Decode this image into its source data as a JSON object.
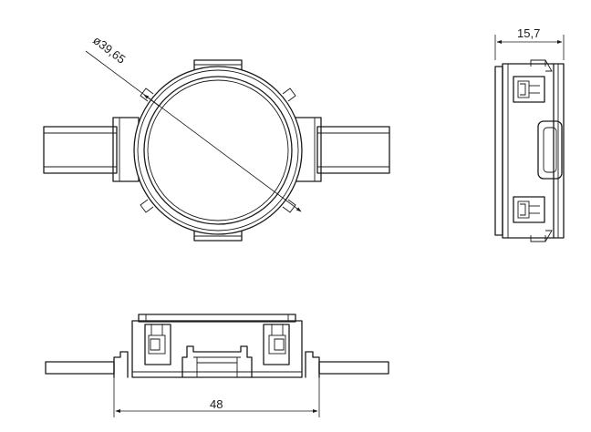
{
  "dimensions": {
    "diameter": "ø39,65",
    "depth": "15,7",
    "width": "48"
  },
  "colors": {
    "background": "#ffffff",
    "line": "#1a1a1a"
  }
}
